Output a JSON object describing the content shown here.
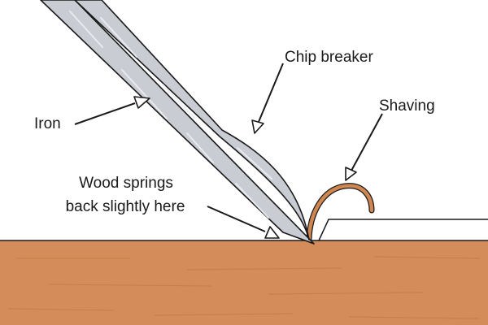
{
  "labels": {
    "iron": "Iron",
    "chip_breaker": "Chip breaker",
    "shaving": "Shaving",
    "wood_springs_line1": "Wood springs",
    "wood_springs_line2": "back slightly here"
  },
  "colors": {
    "wood": "#d38c5a",
    "wood_grain": "#c47a47",
    "shaving": "#cf8651",
    "steel": "#c9cdd3",
    "steel_shine": "#eceef1",
    "outline": "#1a1a1a",
    "background": "#ffffff"
  }
}
